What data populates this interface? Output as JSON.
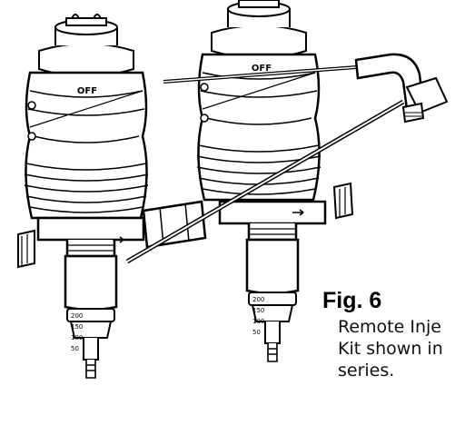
{
  "figure": {
    "title": "Fig. 6",
    "caption_lines": [
      "Remote Inje",
      "Kit shown in",
      "series."
    ]
  },
  "dispensers": {
    "left": {
      "dial_label": "OFF",
      "scale_marks": [
        "200",
        "150",
        "100",
        "50"
      ]
    },
    "right": {
      "dial_label": "OFF",
      "scale_marks": [
        "200",
        "150",
        "100",
        "50"
      ]
    }
  }
}
